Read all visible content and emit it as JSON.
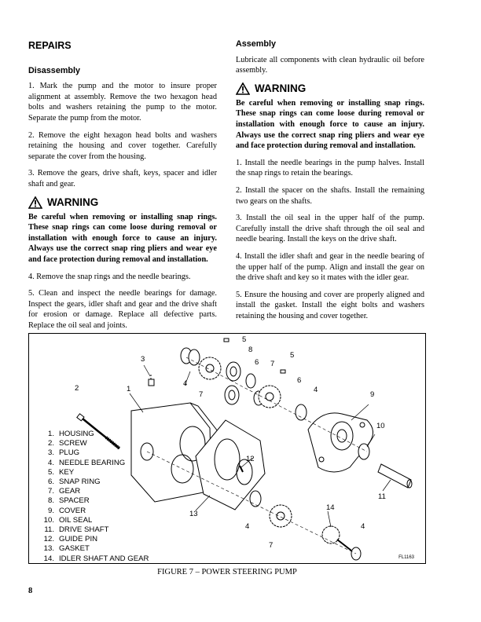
{
  "left": {
    "heading": "REPAIRS",
    "subheading": "Disassembly",
    "steps": [
      "1.   Mark the pump and the motor to insure proper alignment at assembly. Remove the two hexagon head bolts and washers retaining the pump to the motor. Separate the pump from the motor.",
      "2.   Remove the eight hexagon head bolts and washers retaining the housing and cover together. Carefully separate the cover from the housing.",
      "3.   Remove the gears, drive shaft, keys, spacer and idler shaft and gear."
    ],
    "warning_title": "WARNING",
    "warning_text": "Be careful when removing or installing snap rings. These snap rings can come loose during removal or installation with enough force to cause an injury. Always use the correct snap ring pliers and wear eye and face protection during removal and installation.",
    "steps2": [
      "4.   Remove the snap rings and the needle bearings.",
      "5.   Clean and inspect the needle bearings for damage. Inspect the gears, idler shaft and gear and the drive shaft for erosion or damage. Replace all defective parts. Replace the oil seal and joints."
    ]
  },
  "right": {
    "subheading": "Assembly",
    "intro": "Lubricate all components with clean hydraulic oil before assembly.",
    "warning_title": "WARNING",
    "warning_text": "Be careful when removing or installing snap rings. These snap rings can come loose during removal or installation with enough force to cause an injury. Always use the correct snap ring pliers and wear eye and face protection during removal and installation.",
    "steps": [
      "1.   Install the needle bearings in the pump halves. Install the snap rings to retain the bearings.",
      "2.   Install the spacer on the shafts. Install the remaining two gears on the shafts.",
      "3.   Install the oil seal in the upper half of the pump. Carefully install the drive shaft through the oil seal and needle bearing. Install the keys on the drive shaft.",
      "4.   Install the idler shaft and gear in the needle bearing of the upper half of the pump. Align and install the gear on the drive shaft and key so it mates with the idler gear.",
      "5.   Ensure the housing and cover are properly aligned and install the gasket. Install the eight bolts and washers retaining the housing and cover together."
    ]
  },
  "figure": {
    "legend": [
      {
        "num": "1.",
        "label": "HOUSING"
      },
      {
        "num": "2.",
        "label": "SCREW"
      },
      {
        "num": "3.",
        "label": "PLUG"
      },
      {
        "num": "4.",
        "label": "NEEDLE BEARING"
      },
      {
        "num": "5.",
        "label": "KEY"
      },
      {
        "num": "6.",
        "label": "SNAP RING"
      },
      {
        "num": "7.",
        "label": "GEAR"
      },
      {
        "num": "8.",
        "label": "SPACER"
      },
      {
        "num": "9.",
        "label": "COVER"
      },
      {
        "num": "10.",
        "label": "OIL SEAL"
      },
      {
        "num": "11.",
        "label": "DRIVE SHAFT"
      },
      {
        "num": "12.",
        "label": "GUIDE PIN"
      },
      {
        "num": "13.",
        "label": "GASKET"
      },
      {
        "num": "14.",
        "label": "IDLER SHAFT AND GEAR"
      }
    ],
    "callouts": [
      "5",
      "8",
      "5",
      "3",
      "6",
      "7",
      "6",
      "2",
      "1",
      "4",
      "7",
      "4",
      "9",
      "10",
      "12",
      "11",
      "14",
      "13",
      "4",
      "4",
      "7"
    ],
    "code": "FL1163",
    "caption": "FIGURE 7 – POWER STEERING PUMP"
  },
  "page_number": "8"
}
